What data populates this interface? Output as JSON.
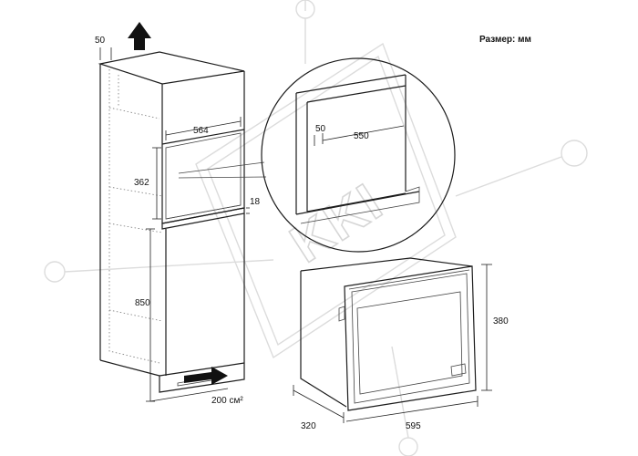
{
  "legend": {
    "units": "Размер: мм"
  },
  "dimensions": {
    "top_gap": "50",
    "niche_width": "564",
    "niche_height": "362",
    "shelf_thickness": "18",
    "lower_height": "850",
    "vent_area": "200 см²",
    "zoom_gap": "50",
    "zoom_width": "550",
    "oven_height": "380",
    "oven_depth": "320",
    "oven_width": "595"
  },
  "watermark": {
    "text": "KKI"
  },
  "colors": {
    "line": "#1c1c1c",
    "watermark": "#dcdcdc",
    "arrow": "#111111"
  },
  "icons": {
    "top_arrow": "arrow-up-icon",
    "bottom_arrow": "arrow-right-icon"
  }
}
